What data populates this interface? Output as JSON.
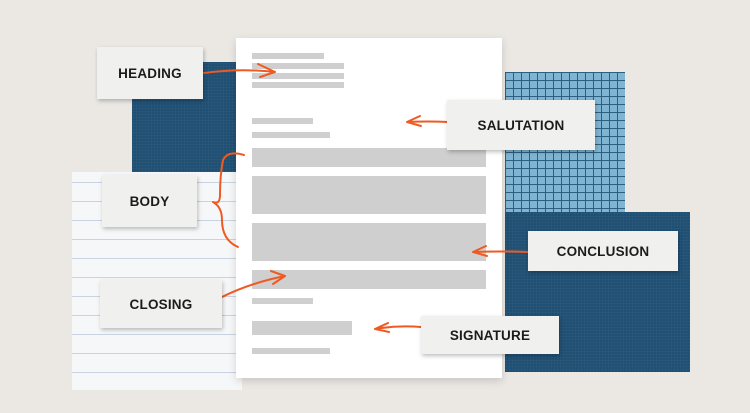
{
  "labels": {
    "heading": "HEADING",
    "salutation": "SALUTATION",
    "body": "BODY",
    "conclusion": "CONCLUSION",
    "closing": "CLOSING",
    "signature": "SIGNATURE"
  },
  "colors": {
    "background": "#ebe8e4",
    "navy": "#1f4f73",
    "grid_blue": "#7fb5d3",
    "arrow": "#f05a22",
    "placeholder_bar": "#cfcfcf"
  }
}
